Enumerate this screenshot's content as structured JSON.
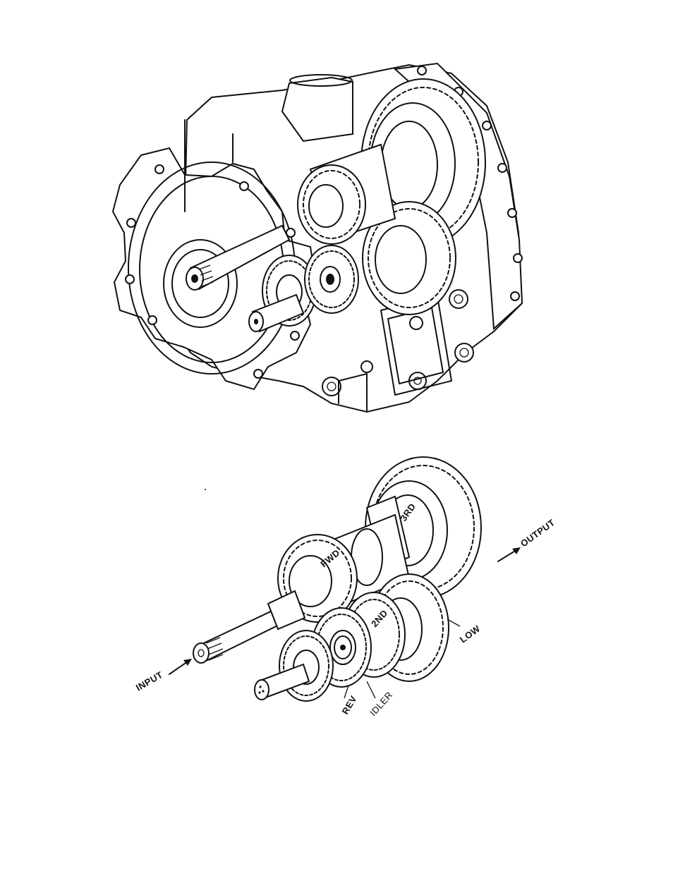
{
  "figure": {
    "labels": {
      "input": "INPUT",
      "output": "OUTPUT",
      "fwd": "FWD",
      "third": "3RD",
      "second": "2ND",
      "low": "LOW",
      "rev": "REV",
      "idler": "IDLER"
    }
  }
}
